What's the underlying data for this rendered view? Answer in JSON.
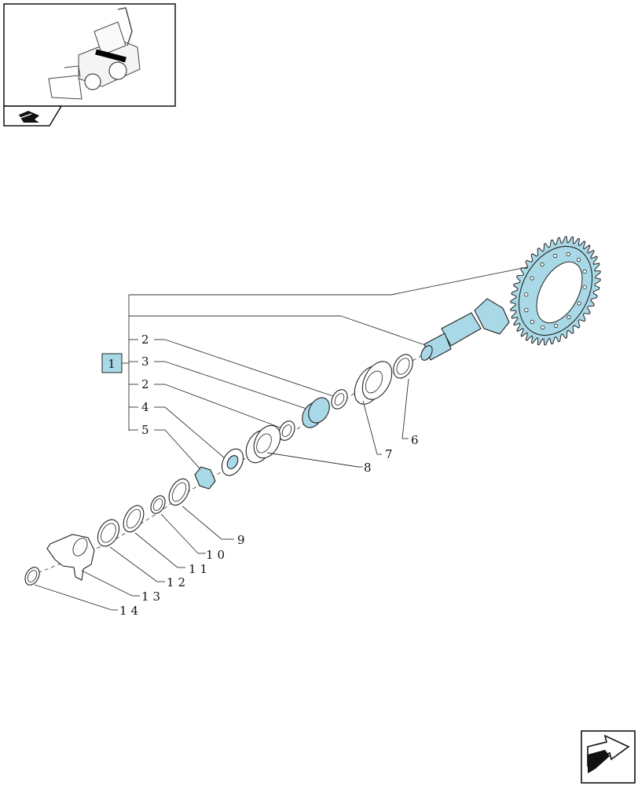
{
  "ref_box": {
    "label": "1",
    "color": "#a9d9e6"
  },
  "callouts": [
    {
      "id": "c2a",
      "text": "2"
    },
    {
      "id": "c3",
      "text": "3"
    },
    {
      "id": "c2b",
      "text": "2"
    },
    {
      "id": "c4",
      "text": "4"
    },
    {
      "id": "c5",
      "text": "5"
    },
    {
      "id": "c6",
      "text": "6"
    },
    {
      "id": "c7",
      "text": "7"
    },
    {
      "id": "c8",
      "text": "8"
    },
    {
      "id": "c9",
      "text": "9"
    },
    {
      "id": "c10",
      "text": "10"
    },
    {
      "id": "c11",
      "text": "11"
    },
    {
      "id": "c12",
      "text": "12"
    },
    {
      "id": "c13",
      "text": "13"
    },
    {
      "id": "c14",
      "text": "14"
    }
  ],
  "icons": {
    "thumbnail": "backhoe-loader-thumbnail-icon",
    "nav_back": "previous-page-arrow-icon",
    "nav_forward": "next-page-arrow-icon"
  },
  "colors": {
    "highlight": "#a9d9e6",
    "line": "#333333"
  }
}
